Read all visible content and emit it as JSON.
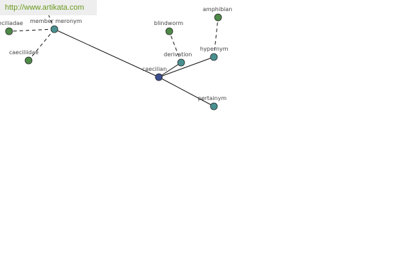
{
  "watermark": {
    "text": "http://www.artikata.com"
  },
  "colors": {
    "center": "#3b4f8f",
    "relation": "#4a9090",
    "leaf": "#4e8a48",
    "stroke": "#2a2a2a"
  },
  "nodes": [
    {
      "id": "caecilian",
      "label": "caecilian",
      "kind": "center"
    },
    {
      "id": "member-meronym",
      "label": "member meronym",
      "kind": "relation"
    },
    {
      "id": "derivation",
      "label": "derivation",
      "kind": "relation"
    },
    {
      "id": "hypernym",
      "label": "hypernym",
      "kind": "relation"
    },
    {
      "id": "pertainym",
      "label": "pertainym",
      "kind": "relation"
    },
    {
      "id": "caeciliadae",
      "label": "caeciliadae",
      "kind": "leaf"
    },
    {
      "id": "caeciliidae",
      "label": "caeciliidae",
      "kind": "leaf"
    },
    {
      "id": "blindworm",
      "label": "blindworm",
      "kind": "leaf"
    },
    {
      "id": "amphibian",
      "label": "amphibian",
      "kind": "leaf"
    }
  ],
  "edges": [
    {
      "from": "caecilian",
      "to": "member-meronym",
      "style": "solid"
    },
    {
      "from": "caecilian",
      "to": "derivation",
      "style": "solid"
    },
    {
      "from": "caecilian",
      "to": "hypernym",
      "style": "solid"
    },
    {
      "from": "caecilian",
      "to": "pertainym",
      "style": "solid"
    },
    {
      "from": "member-meronym",
      "to": "caeciliadae",
      "style": "dashed"
    },
    {
      "from": "member-meronym",
      "to": "caeciliidae",
      "style": "dashed"
    },
    {
      "from": "member-meronym",
      "to": "offscreen-top",
      "style": "dashed"
    },
    {
      "from": "derivation",
      "to": "blindworm",
      "style": "dashed"
    },
    {
      "from": "hypernym",
      "to": "amphibian",
      "style": "dashed"
    }
  ]
}
